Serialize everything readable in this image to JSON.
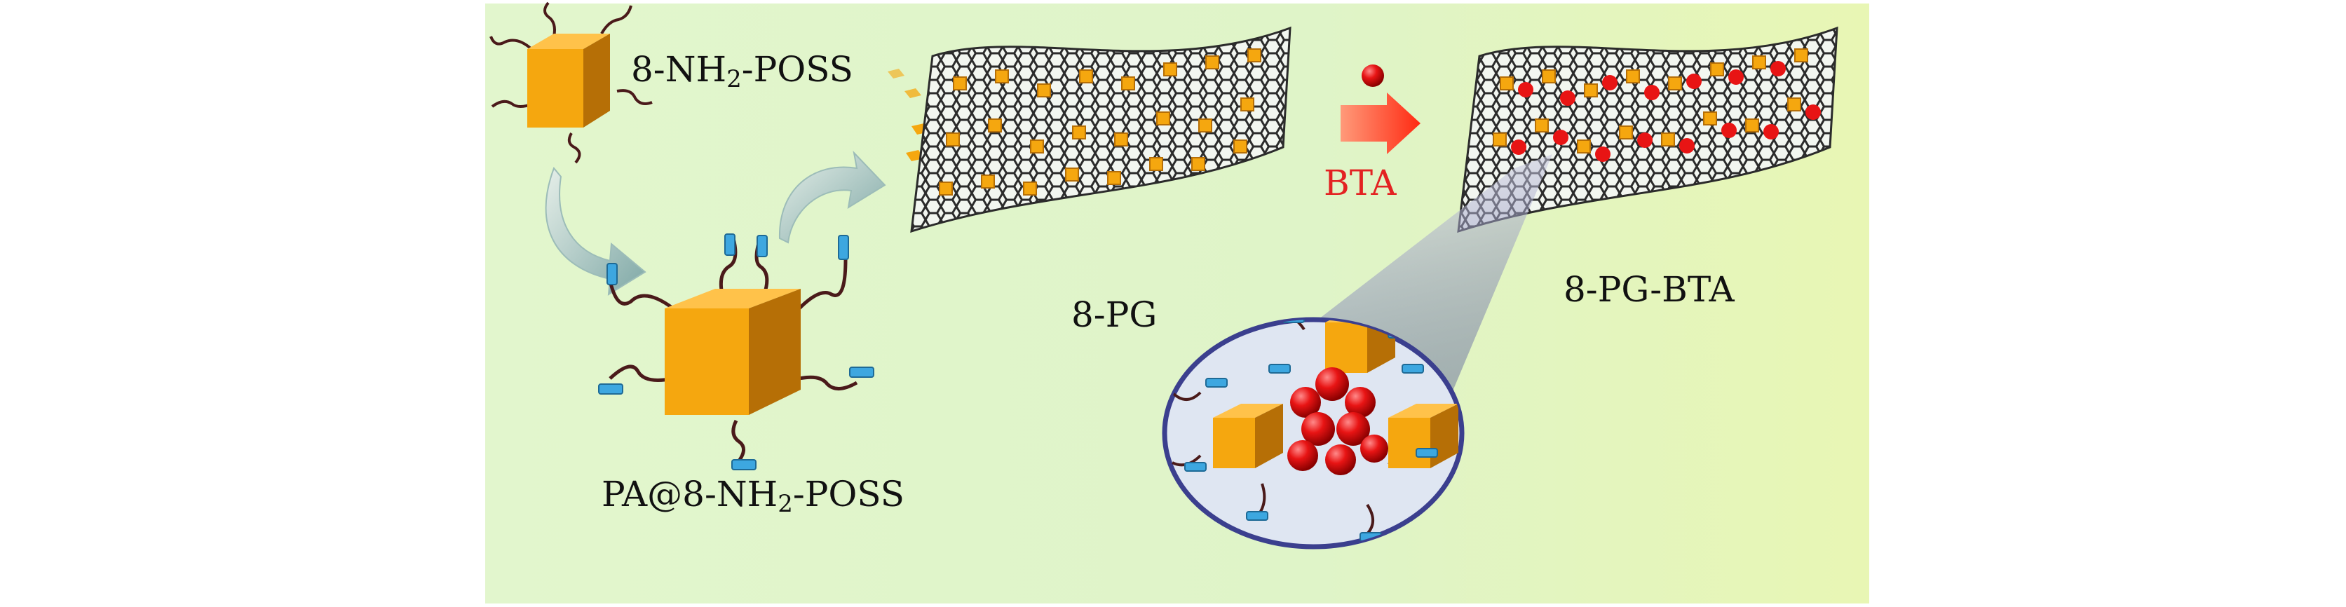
{
  "labels": {
    "poss": {
      "prefix": "8-NH",
      "sub": "2",
      "suffix": "-POSS"
    },
    "pa_poss": {
      "prefix": "PA@8-NH",
      "sub": "2",
      "suffix": "-POSS"
    },
    "pg": "8-PG",
    "pg_bta": "8-PG-BTA",
    "bta": "BTA"
  },
  "colors": {
    "background_left": "#e2f6cd",
    "background_right": "#e8f6b4",
    "cube": "#f5a70f",
    "cube_dark": "#b66f06",
    "graphene": "#2b2b2b",
    "bta_sphere": "#e81414",
    "bta_text": "#e32222",
    "pa_group": "#3da7e0",
    "chain": "#4a1a1a",
    "flow_arrow": "#8fb2b0",
    "lens_outline": "#3b3f8e"
  }
}
